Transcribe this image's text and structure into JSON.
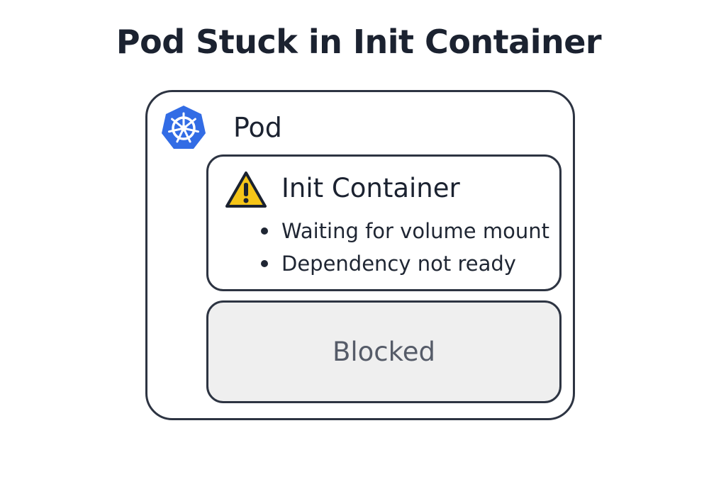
{
  "title": "Pod Stuck in Init Container",
  "pod": {
    "label": "Pod",
    "icon": "kubernetes-icon",
    "icon_color": "#326ce5"
  },
  "init_container": {
    "title": "Init Container",
    "icon": "warning-icon",
    "icon_color": "#f5c518",
    "reasons": [
      "Waiting for volume mount",
      "Dependency not ready"
    ]
  },
  "blocked": {
    "label": "Blocked",
    "background_color": "#efefef"
  }
}
